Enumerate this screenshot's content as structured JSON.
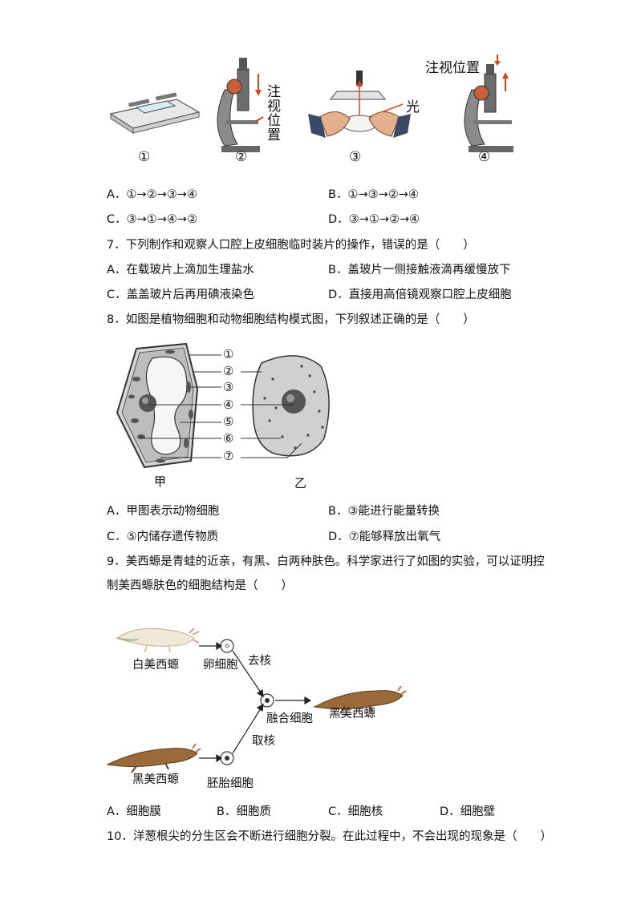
{
  "q6_figure": {
    "caption1": "①",
    "caption2": "②",
    "caption3": "③",
    "caption4": "④",
    "label_gaze_v": "注视位置",
    "label_light": "光",
    "label_gaze_h": "注视位置"
  },
  "q6_options": {
    "a": "A．①→②→③→④",
    "b": "B．①→③→②→④",
    "c": "C．③→①→④→②",
    "d": "D．③→①→②→④"
  },
  "q7": {
    "stem": "7．下列制作和观察人口腔上皮细胞临时装片的操作，错误的是（　　）",
    "a": "A．在载玻片上滴加生理盐水",
    "b": "B．盖玻片一侧接触液滴再缓慢放下",
    "c": "C．盖盖玻片后再用碘液染色",
    "d": "D．直接用高倍镜观察口腔上皮细胞"
  },
  "q8": {
    "stem": "8．如图是植物细胞和动物细胞结构模式图，下列叙述正确的是（　　）",
    "labels": [
      "①",
      "②",
      "③",
      "④",
      "⑤",
      "⑥",
      "⑦"
    ],
    "cell_jia": "甲",
    "cell_yi": "乙",
    "a": "A．甲图表示动物细胞",
    "b": "B．③能进行能量转换",
    "c": "C．⑤内储存遗传物质",
    "d": "D．⑦能够释放出氧气"
  },
  "q9": {
    "stem_line1": "9．美西螈是青蛙的近亲，有黑、白两种肤色。科学家进行了如图的实验，可以证明控",
    "stem_line2": "制美西螈肤色的细胞结构是（　　）",
    "white_axolotl": "白美西螈",
    "egg_cell": "卵细胞",
    "remove_nucleus": "去核",
    "fused_cell": "融合细胞",
    "black_offspring": "黑美西螈",
    "take_nucleus": "取核",
    "black_axolotl": "黑美西螈",
    "embryo_cell": "胚胎细胞",
    "a": "A．细胞膜",
    "b": "B．细胞质",
    "c": "C．细胞核",
    "d": "D．细胞壁"
  },
  "q10": {
    "stem": "10．洋葱根尖的分生区会不断进行细胞分裂。在此过程中，不会出现的现象是（　　）"
  }
}
